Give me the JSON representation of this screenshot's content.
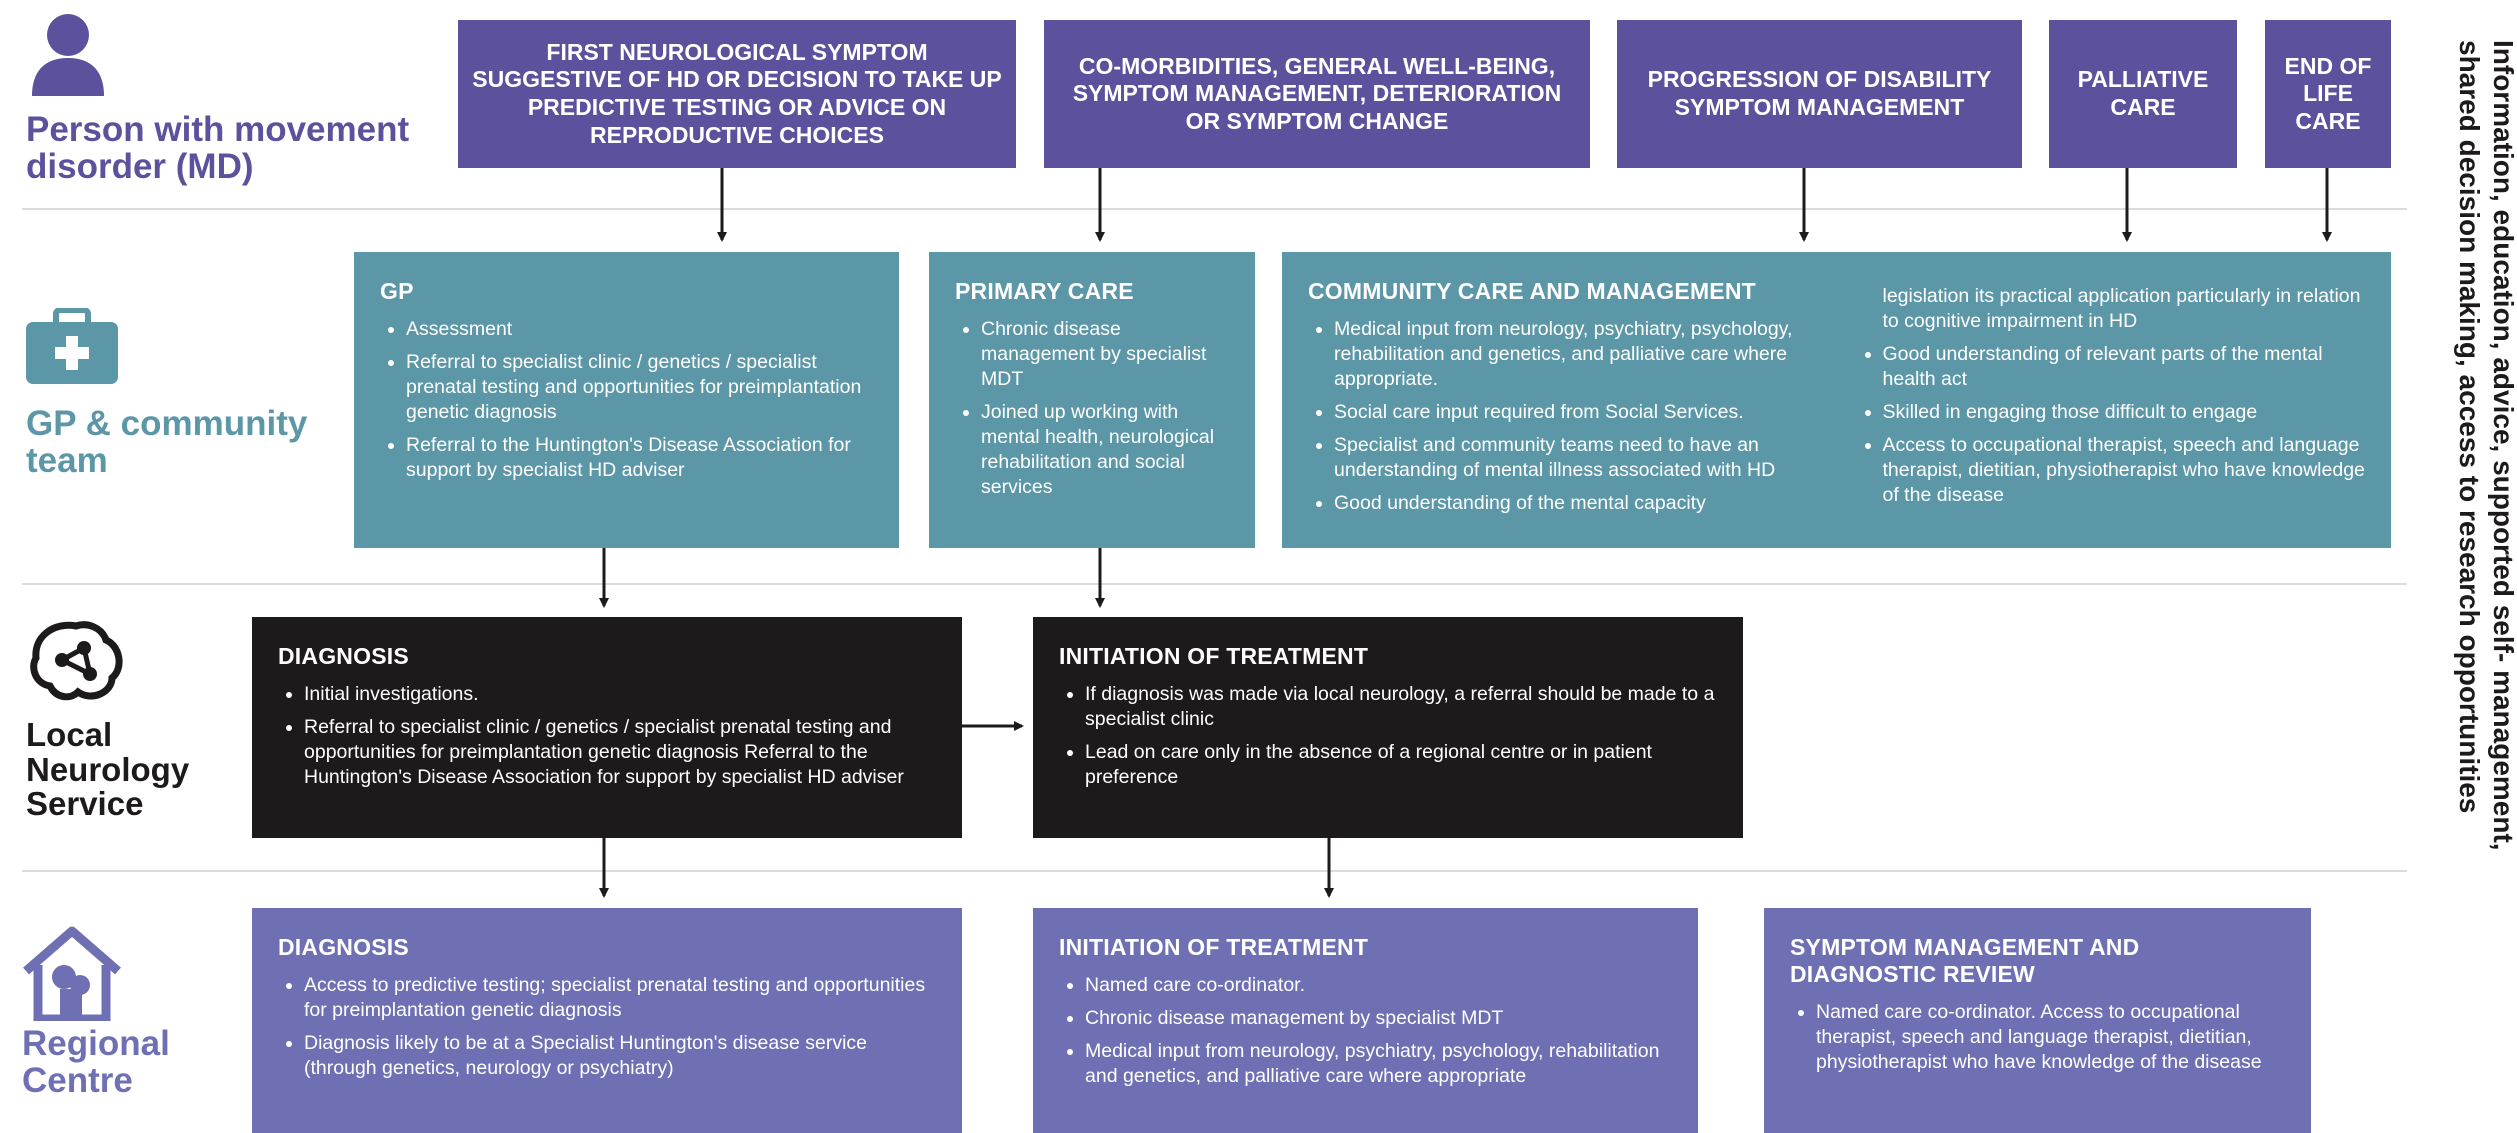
{
  "lanes": {
    "person": "Person with movement disorder (MD)",
    "gp": "GP & community team",
    "local": "Local Neurology Service",
    "regional": "Regional Centre"
  },
  "headers": [
    "FIRST NEUROLOGICAL SYMPTOM SUGGESTIVE OF HD OR DECISION TO TAKE UP PREDICTIVE TESTING OR ADVICE ON REPRODUCTIVE CHOICES",
    "CO-MORBIDITIES, GENERAL WELL-BEING, SYMPTOM MANAGEMENT, DETERIORATION OR SYMPTOM CHANGE",
    "PROGRESSION OF DISABILITY SYMPTOM MANAGEMENT",
    "PALLIATIVE CARE",
    "END OF LIFE CARE"
  ],
  "gp_box": {
    "title": "GP",
    "items": [
      "Assessment",
      "Referral to specialist clinic / genetics / specialist prenatal testing and opportunities for preimplantation genetic diagnosis",
      "Referral to the Huntington's Disease Association for support by specialist HD adviser"
    ]
  },
  "primary_box": {
    "title": "PRIMARY CARE",
    "items": [
      "Chronic disease management by specialist MDT",
      "Joined up working with mental health, neurological rehabilitation and social services"
    ]
  },
  "community_box": {
    "title": "COMMUNITY CARE AND MANAGEMENT",
    "items_left": [
      "Medical input from neurology, psychiatry, psychology, rehabilitation and genetics, and palliative care where appropriate.",
      "Social care input required from Social Services.",
      "Specialist and community teams need to have an understanding of mental illness associated with HD",
      "Good understanding of the mental capacity"
    ],
    "continuation": "legislation its practical application particularly in relation to cognitive impairment in HD",
    "items_right": [
      "Good understanding of relevant parts of the mental health act",
      "Skilled in engaging those difficult to engage",
      "Access to occupational therapist, speech and language therapist, dietitian, physiotherapist who have knowledge of the disease"
    ]
  },
  "local_diag": {
    "title": "DIAGNOSIS",
    "items": [
      "Initial investigations.",
      "Referral to specialist clinic / genetics / specialist prenatal testing and opportunities for preimplantation genetic diagnosis Referral to the Huntington's Disease Association for support by specialist HD adviser"
    ]
  },
  "local_treat": {
    "title": "INITIATION OF TREATMENT",
    "items": [
      "If diagnosis was made via local neurology, a referral should be made to a specialist clinic",
      "Lead on care only in the absence of a regional centre or in patient preference"
    ]
  },
  "reg_diag": {
    "title": "DIAGNOSIS",
    "items": [
      "Access to predictive testing; specialist prenatal testing and opportunities for preimplantation genetic diagnosis",
      "Diagnosis likely to be at a Specialist Huntington's disease service (through genetics, neurology or psychiatry)"
    ]
  },
  "reg_treat": {
    "title": "INITIATION OF TREATMENT",
    "items": [
      "Named care co-ordinator.",
      "Chronic disease management by specialist MDT",
      "Medical input from neurology, psychiatry, psychology, rehabilitation and genetics, and palliative care where appropriate"
    ]
  },
  "reg_symptom": {
    "title": "SYMPTOM MANAGEMENT AND DIAGNOSTIC REVIEW",
    "items": [
      "Named care co-ordinator.  Access to occupational therapist, speech and language therapist, dietitian, physiotherapist who have knowledge of the disease"
    ]
  },
  "side_note": {
    "line1": "Information, education, advice, supported self- management,",
    "line2": "shared decision making, access to research opportunities"
  },
  "colors": {
    "header_purple": "#5b519c",
    "teal": "#5c97a8",
    "black": "#1c1a1b",
    "light_purple": "#6f70b3"
  },
  "icons": [
    "person-icon",
    "medical-kit-icon",
    "brain-network-icon",
    "home-health-icon"
  ]
}
